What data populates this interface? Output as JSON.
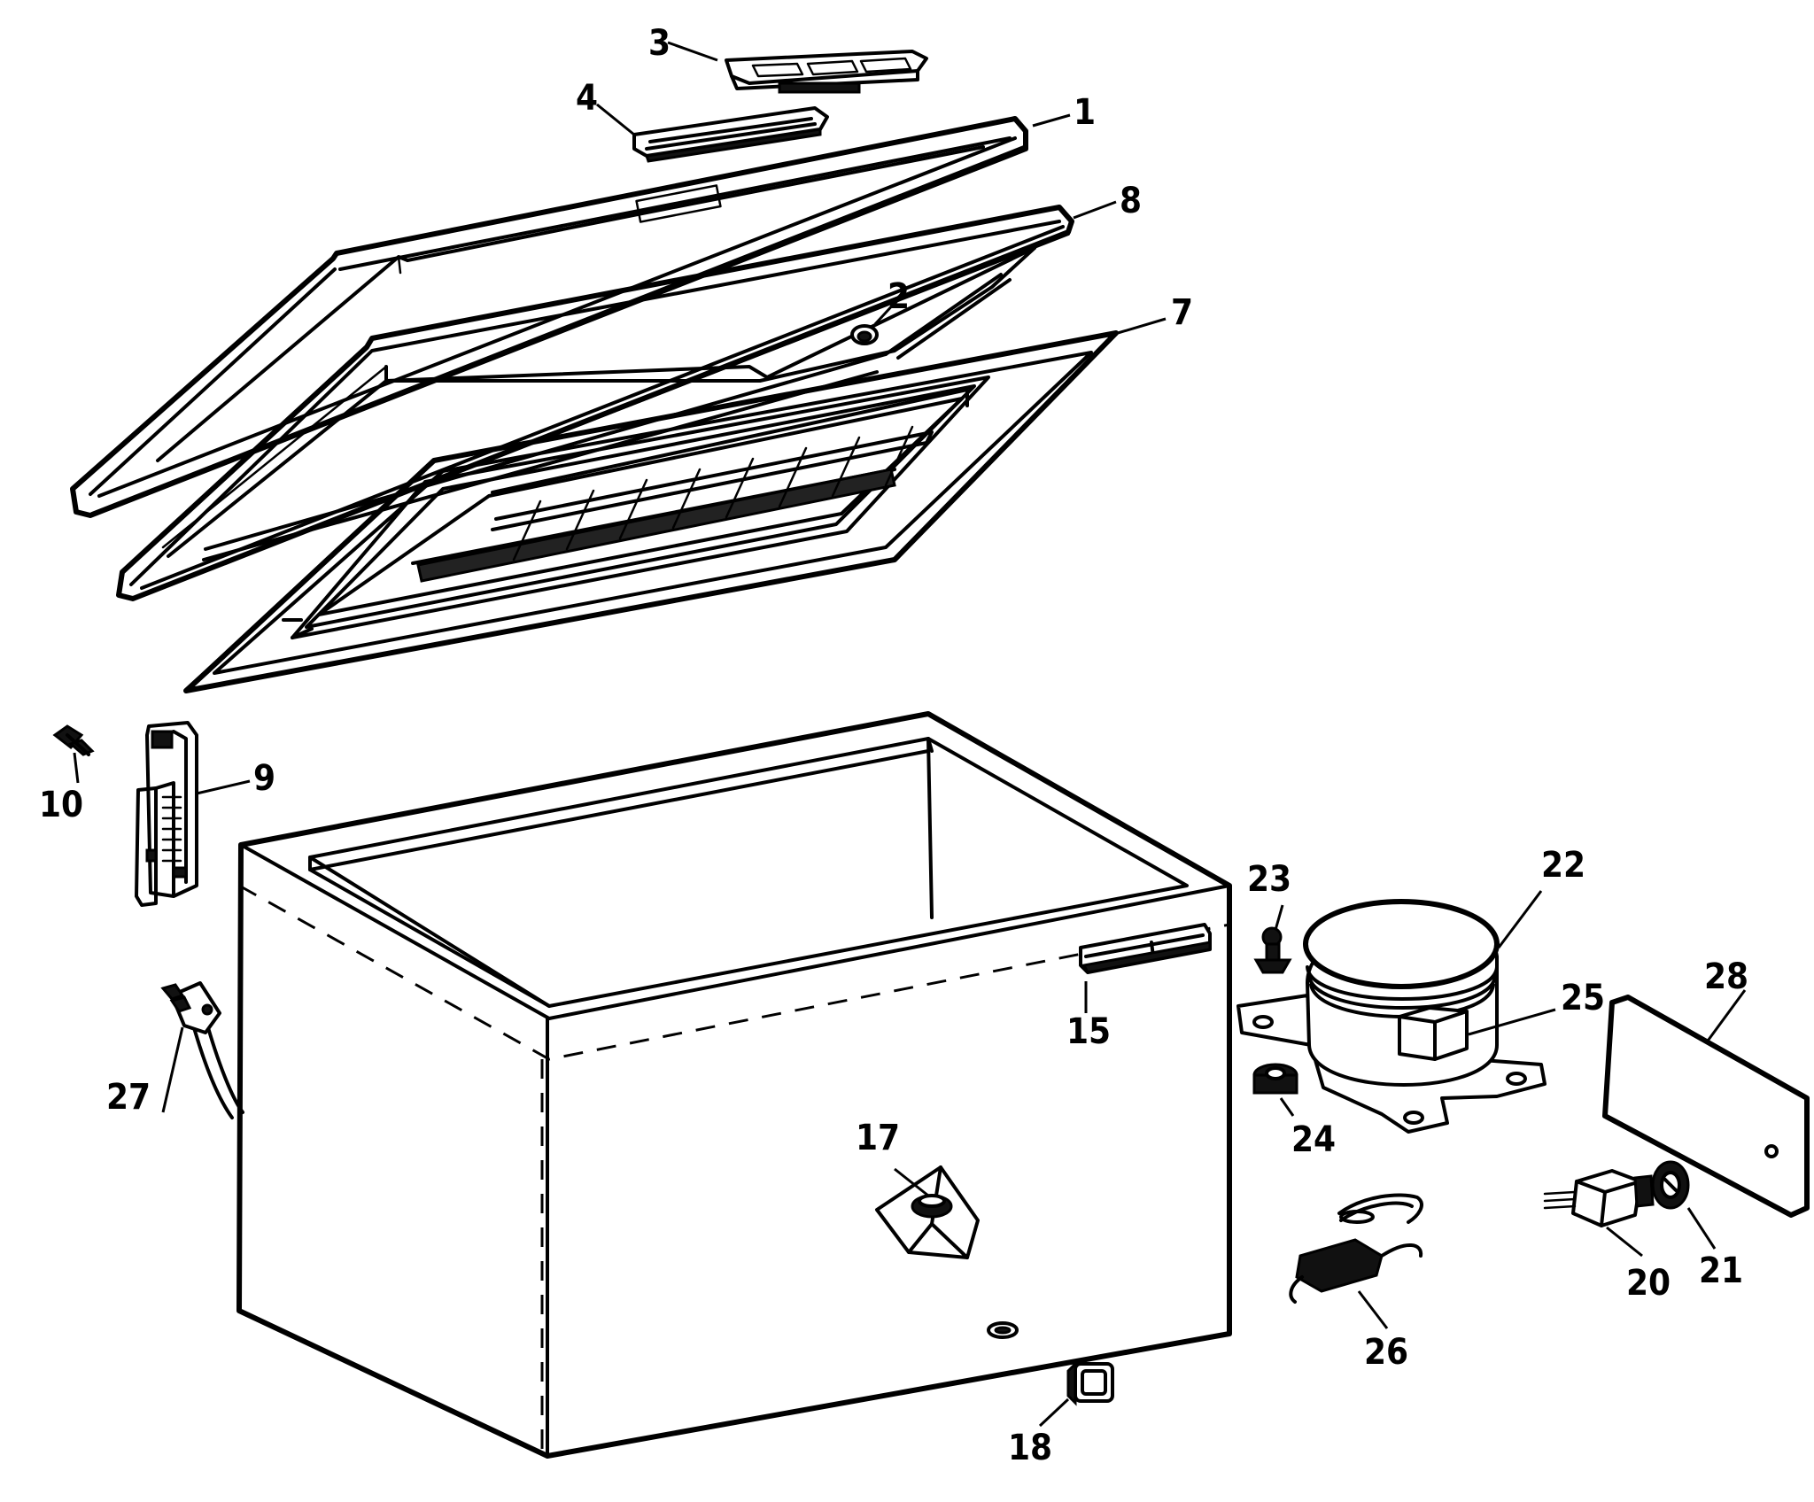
{
  "callouts": {
    "c1": "1",
    "c2": "2",
    "c3": "3",
    "c4": "4",
    "c7": "7",
    "c8": "8",
    "c9": "9",
    "c10": "10",
    "c15": "15",
    "c17": "17",
    "c18": "18",
    "c20": "20",
    "c21": "21",
    "c22": "22",
    "c23": "23",
    "c24": "24",
    "c25": "25",
    "c26": "26",
    "c27": "27",
    "c28": "28"
  }
}
